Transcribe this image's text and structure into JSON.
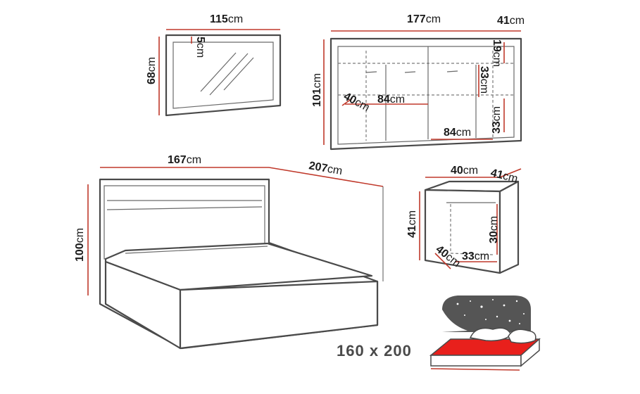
{
  "unit": "cm",
  "mirror": {
    "width": "115",
    "height": "68",
    "depth": "5"
  },
  "sideboard": {
    "width": "177",
    "depth": "41",
    "height": "101",
    "top_shelf": "19",
    "mid_shelf": "33",
    "low_shelf": "33",
    "inner_width_top": "84",
    "inner_width_bottom": "84",
    "inner_depth": "40"
  },
  "bed": {
    "width": "167",
    "length": "207",
    "height": "100",
    "mattress_size": "160 x 200"
  },
  "nightstand": {
    "width": "40",
    "depth": "41",
    "height": "41",
    "inner_height": "30",
    "inner_width": "33",
    "inner_depth": "40"
  },
  "colors": {
    "dimension_line": "#c0392b",
    "outline": "#4a4a4a",
    "mattress": "#e8201c",
    "night_sky": "#555555"
  },
  "icons": [
    "mirror-icon",
    "sideboard-icon",
    "bed-icon",
    "nightstand-icon",
    "mattress-storage-icon"
  ]
}
